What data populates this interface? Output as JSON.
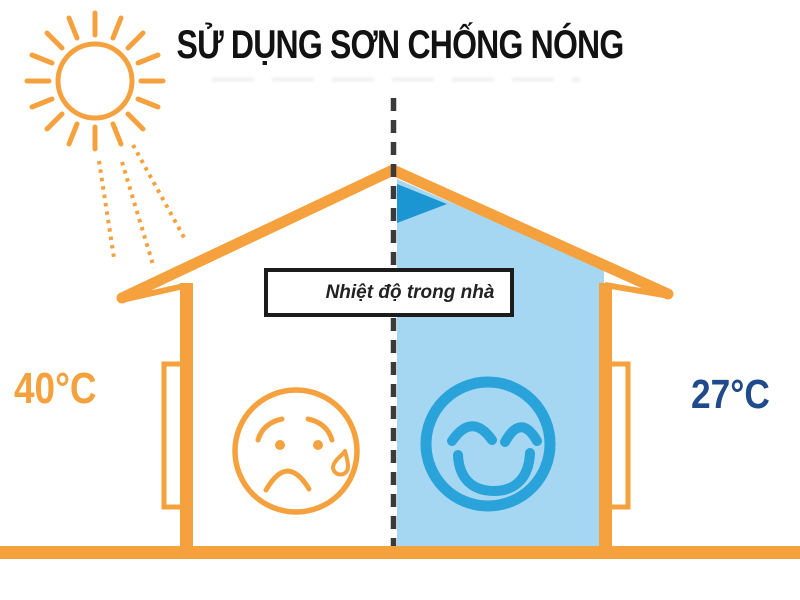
{
  "title": "SỬ DỤNG SƠN CHỐNG NÓNG",
  "diagram": {
    "indoor_label": "Nhiệt độ trong nhà",
    "outside_temp": "40°C",
    "inside_temp": "27°C",
    "icons": {
      "sun": "sun-icon",
      "sunbeams": "sunbeam-rays-icon",
      "house": "house-icon",
      "divider": "dashed-divider-line",
      "arrow": "arrow-right-icon",
      "sad_face": "sad-face-icon",
      "happy_face": "happy-face-icon"
    },
    "colors": {
      "orange": "#F4A13E",
      "light_blue": "#A6D7F2",
      "blue": "#29A3DA",
      "arrow_blue": "#1B96D2",
      "navy": "#1F4A8C",
      "dash": "#3B3B3B",
      "ink": "#111111"
    }
  }
}
